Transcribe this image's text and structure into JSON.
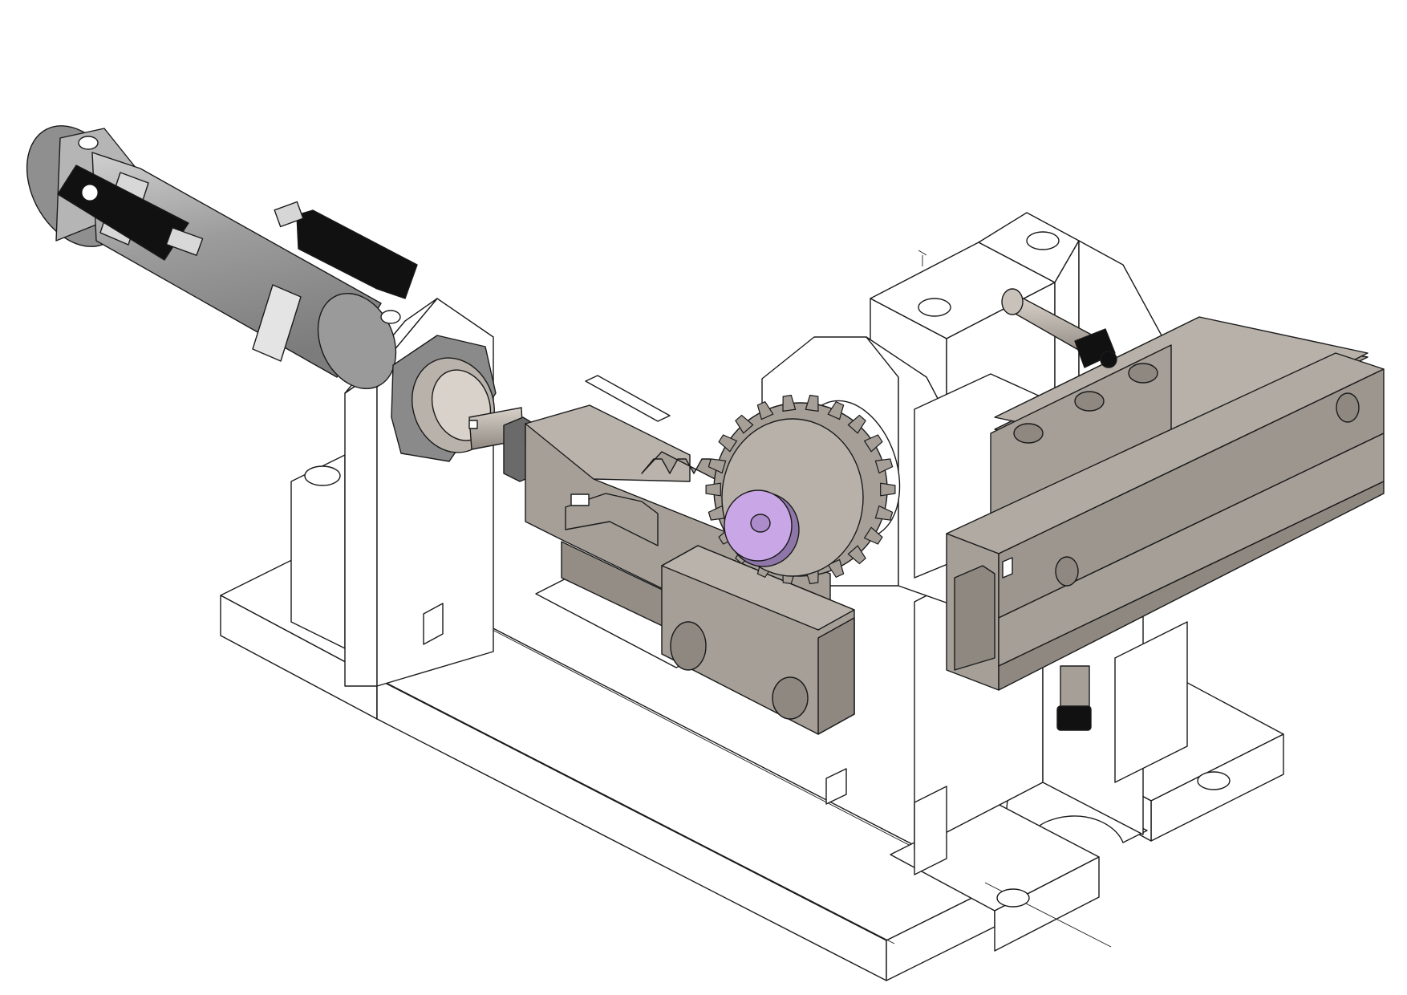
{
  "figure": {
    "title": "",
    "components": [
      {
        "id": "base-plate",
        "icon": "base-plate-icon"
      },
      {
        "id": "cylinder-bracket",
        "icon": "bracket-icon"
      },
      {
        "id": "pneumatic-cylinder",
        "icon": "cylinder-icon"
      },
      {
        "id": "gear-rack",
        "icon": "rack-icon"
      },
      {
        "id": "spur-gear",
        "icon": "gear-icon"
      },
      {
        "id": "bearing-block",
        "icon": "bearing-icon"
      },
      {
        "id": "linear-slide",
        "icon": "slide-icon"
      },
      {
        "id": "sensor-pin",
        "icon": "sensor-icon"
      }
    ],
    "colors": {
      "background": "#ffffff",
      "white_part": "#ffffff",
      "outline": "#1a1a1a",
      "taupe_part": "#a59f98",
      "taupe_dark": "#8e8881",
      "cylinder_grey": "#9a9a9a",
      "cylinder_light": "#c4c4c4",
      "black_part": "#111111",
      "gear_hub_purple": "#c9a6e6"
    }
  }
}
